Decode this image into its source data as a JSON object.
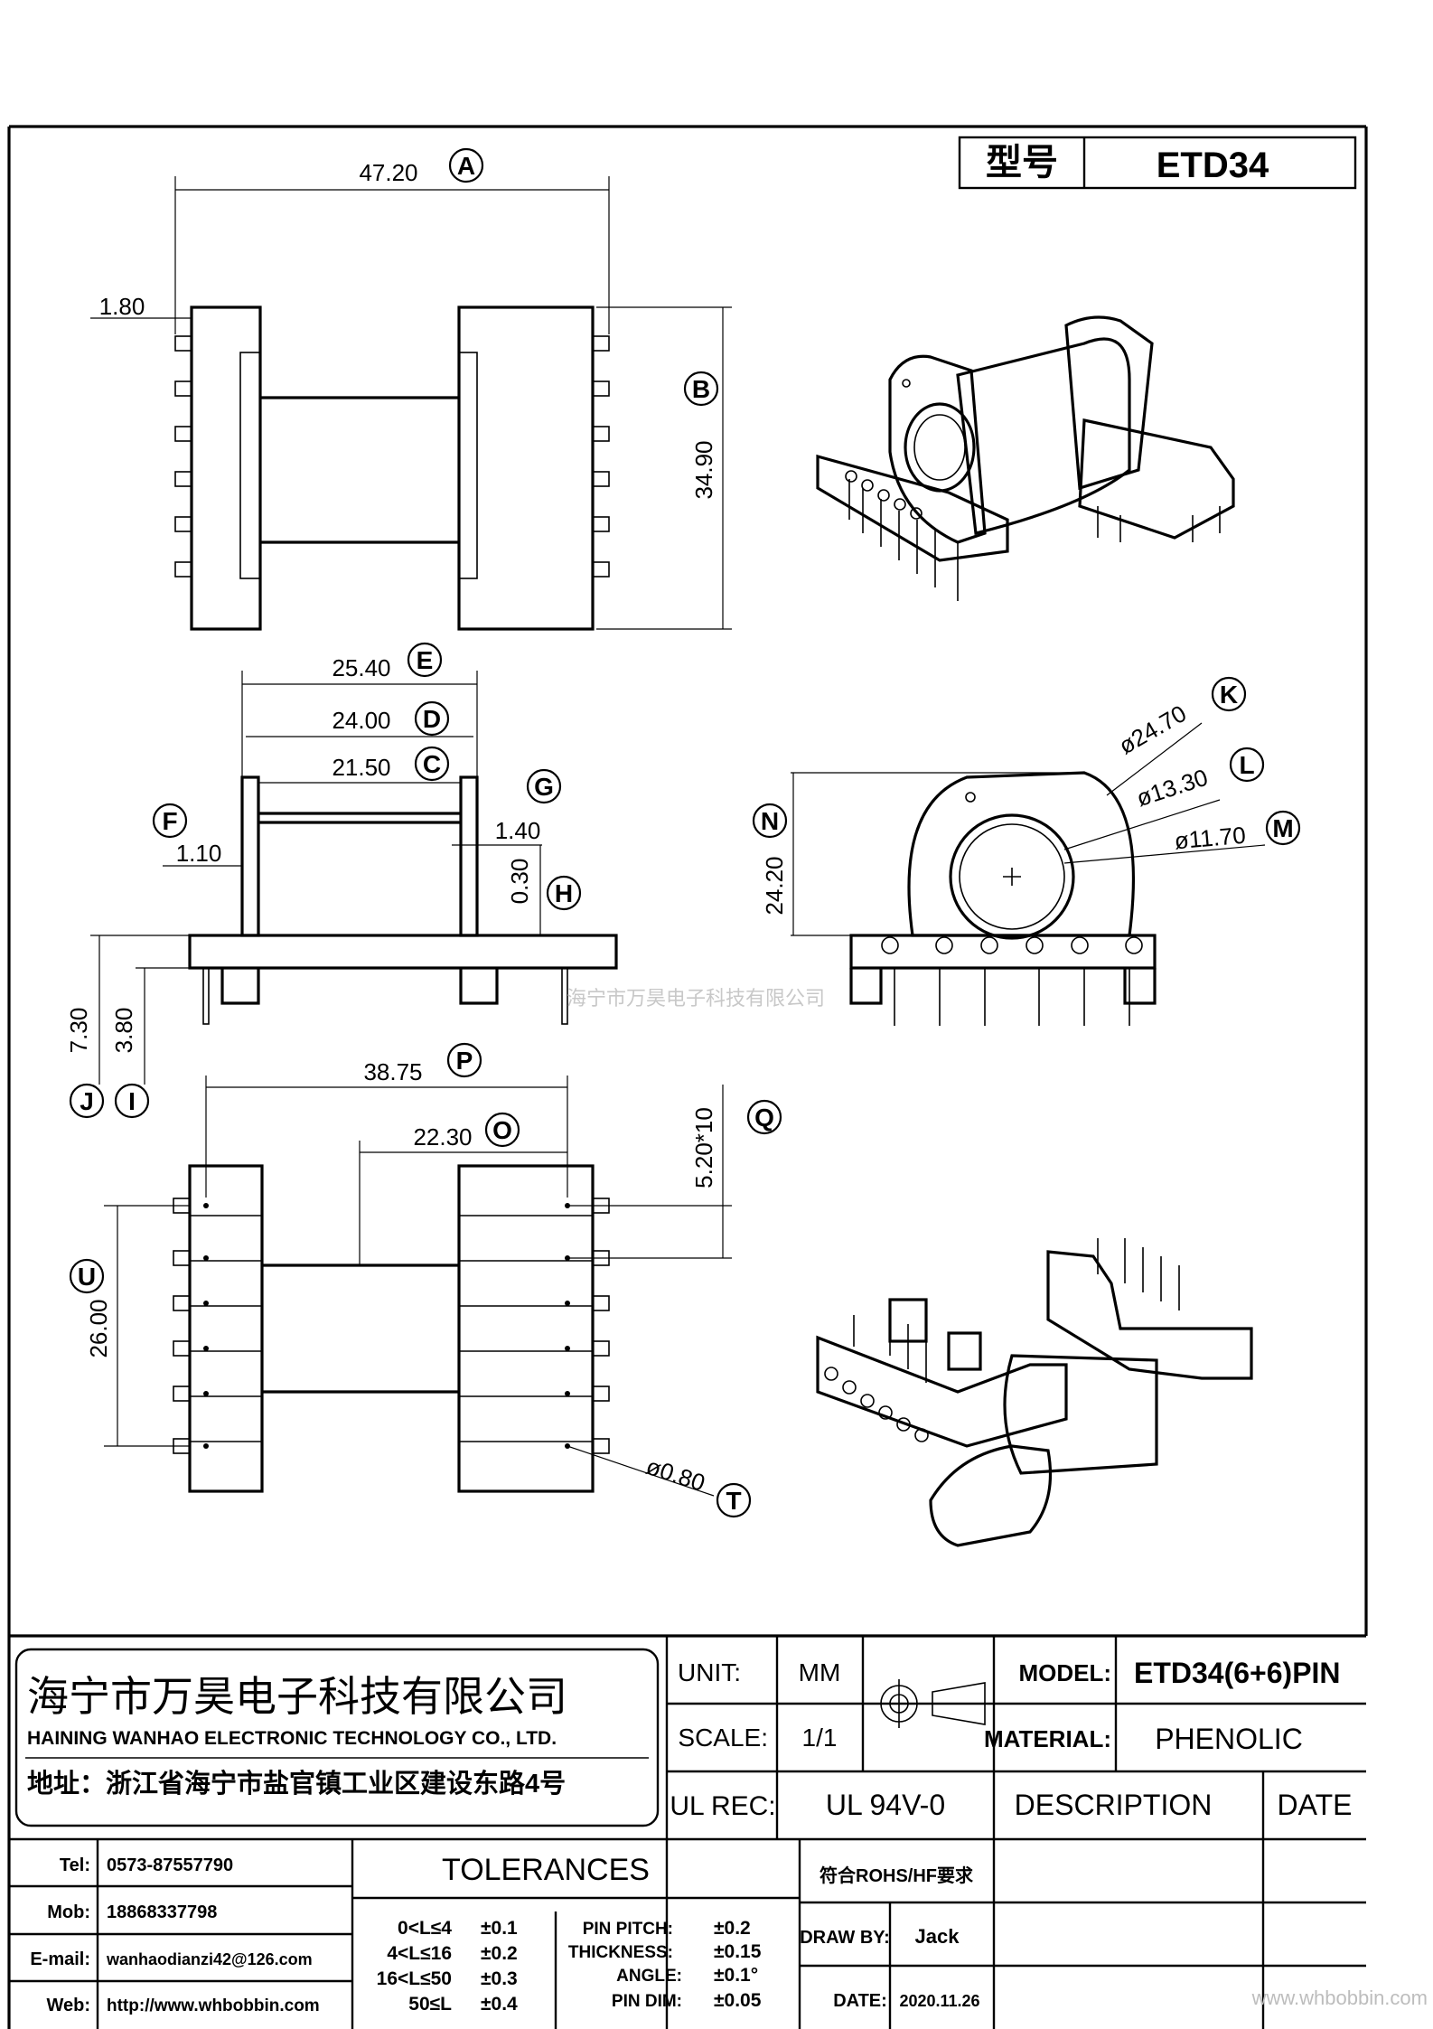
{
  "title_block": {
    "model_label_cn": "型号",
    "model_value": "ETD34"
  },
  "dimensions": {
    "A": "47.20",
    "B": "34.90",
    "C": "21.50",
    "D": "24.00",
    "E": "25.40",
    "F": "1.10",
    "G": "1.40",
    "H": "0.30",
    "I": "3.80",
    "J": "7.30",
    "K": "ø24.70",
    "L": "ø13.30",
    "M": "ø11.70",
    "N": "24.20",
    "O": "22.30",
    "P": "38.75",
    "Q": "5.20*10",
    "T": "ø0.80",
    "U": "26.00",
    "pin_offset": "1.80"
  },
  "dimension_letters": [
    "A",
    "B",
    "C",
    "D",
    "E",
    "F",
    "G",
    "H",
    "I",
    "J",
    "K",
    "L",
    "M",
    "N",
    "O",
    "P",
    "Q",
    "T",
    "U"
  ],
  "watermark_center": "海宁市万昊电子科技有限公司",
  "watermark_corner": "www.whbobbin.com",
  "company": {
    "name_cn": "海宁市万昊电子科技有限公司",
    "name_en": "HAINING WANHAO ELECTRONIC TECHNOLOGY CO., LTD.",
    "address": "地址：浙江省海宁市盐官镇工业区建设东路4号"
  },
  "spec": {
    "unit_label": "UNIT:",
    "unit_value": "MM",
    "scale_label": "SCALE:",
    "scale_value": "1/1",
    "ul_label": "UL REC:",
    "ul_value": "UL 94V-0",
    "model_label": "MODEL:",
    "model_value": "ETD34(6+6)PIN",
    "material_label": "MATERIAL:",
    "material_value": "PHENOLIC",
    "description_label": "DESCRIPTION",
    "date_label": "DATE",
    "rohs": "符合ROHS/HF要求",
    "draw_by_label": "DRAW BY:",
    "draw_by_value": "Jack",
    "date_row_label": "DATE:",
    "date_row_value": "2020.11.26"
  },
  "contact": {
    "tel_label": "Tel:",
    "tel_value": "0573-87557790",
    "mob_label": "Mob:",
    "mob_value": "18868337798",
    "email_label": "E-mail:",
    "email_value": "wanhaodianzi42@126.com",
    "web_label": "Web:",
    "web_value": "http://www.whbobbin.com"
  },
  "tolerances": {
    "title": "TOLERANCES",
    "ranges": [
      {
        "range": "0<L≤4",
        "tol": "±0.1"
      },
      {
        "range": "4<L≤16",
        "tol": "±0.2"
      },
      {
        "range": "16<L≤50",
        "tol": "±0.3"
      },
      {
        "range": "50≤L",
        "tol": "±0.4"
      }
    ],
    "items": [
      {
        "label": "PIN PITCH:",
        "tol": "±0.2"
      },
      {
        "label": "THICKNESS:",
        "tol": "±0.15"
      },
      {
        "label": "ANGLE:",
        "tol": "±0.1°"
      },
      {
        "label": "PIN DIM:",
        "tol": "±0.05"
      }
    ]
  }
}
